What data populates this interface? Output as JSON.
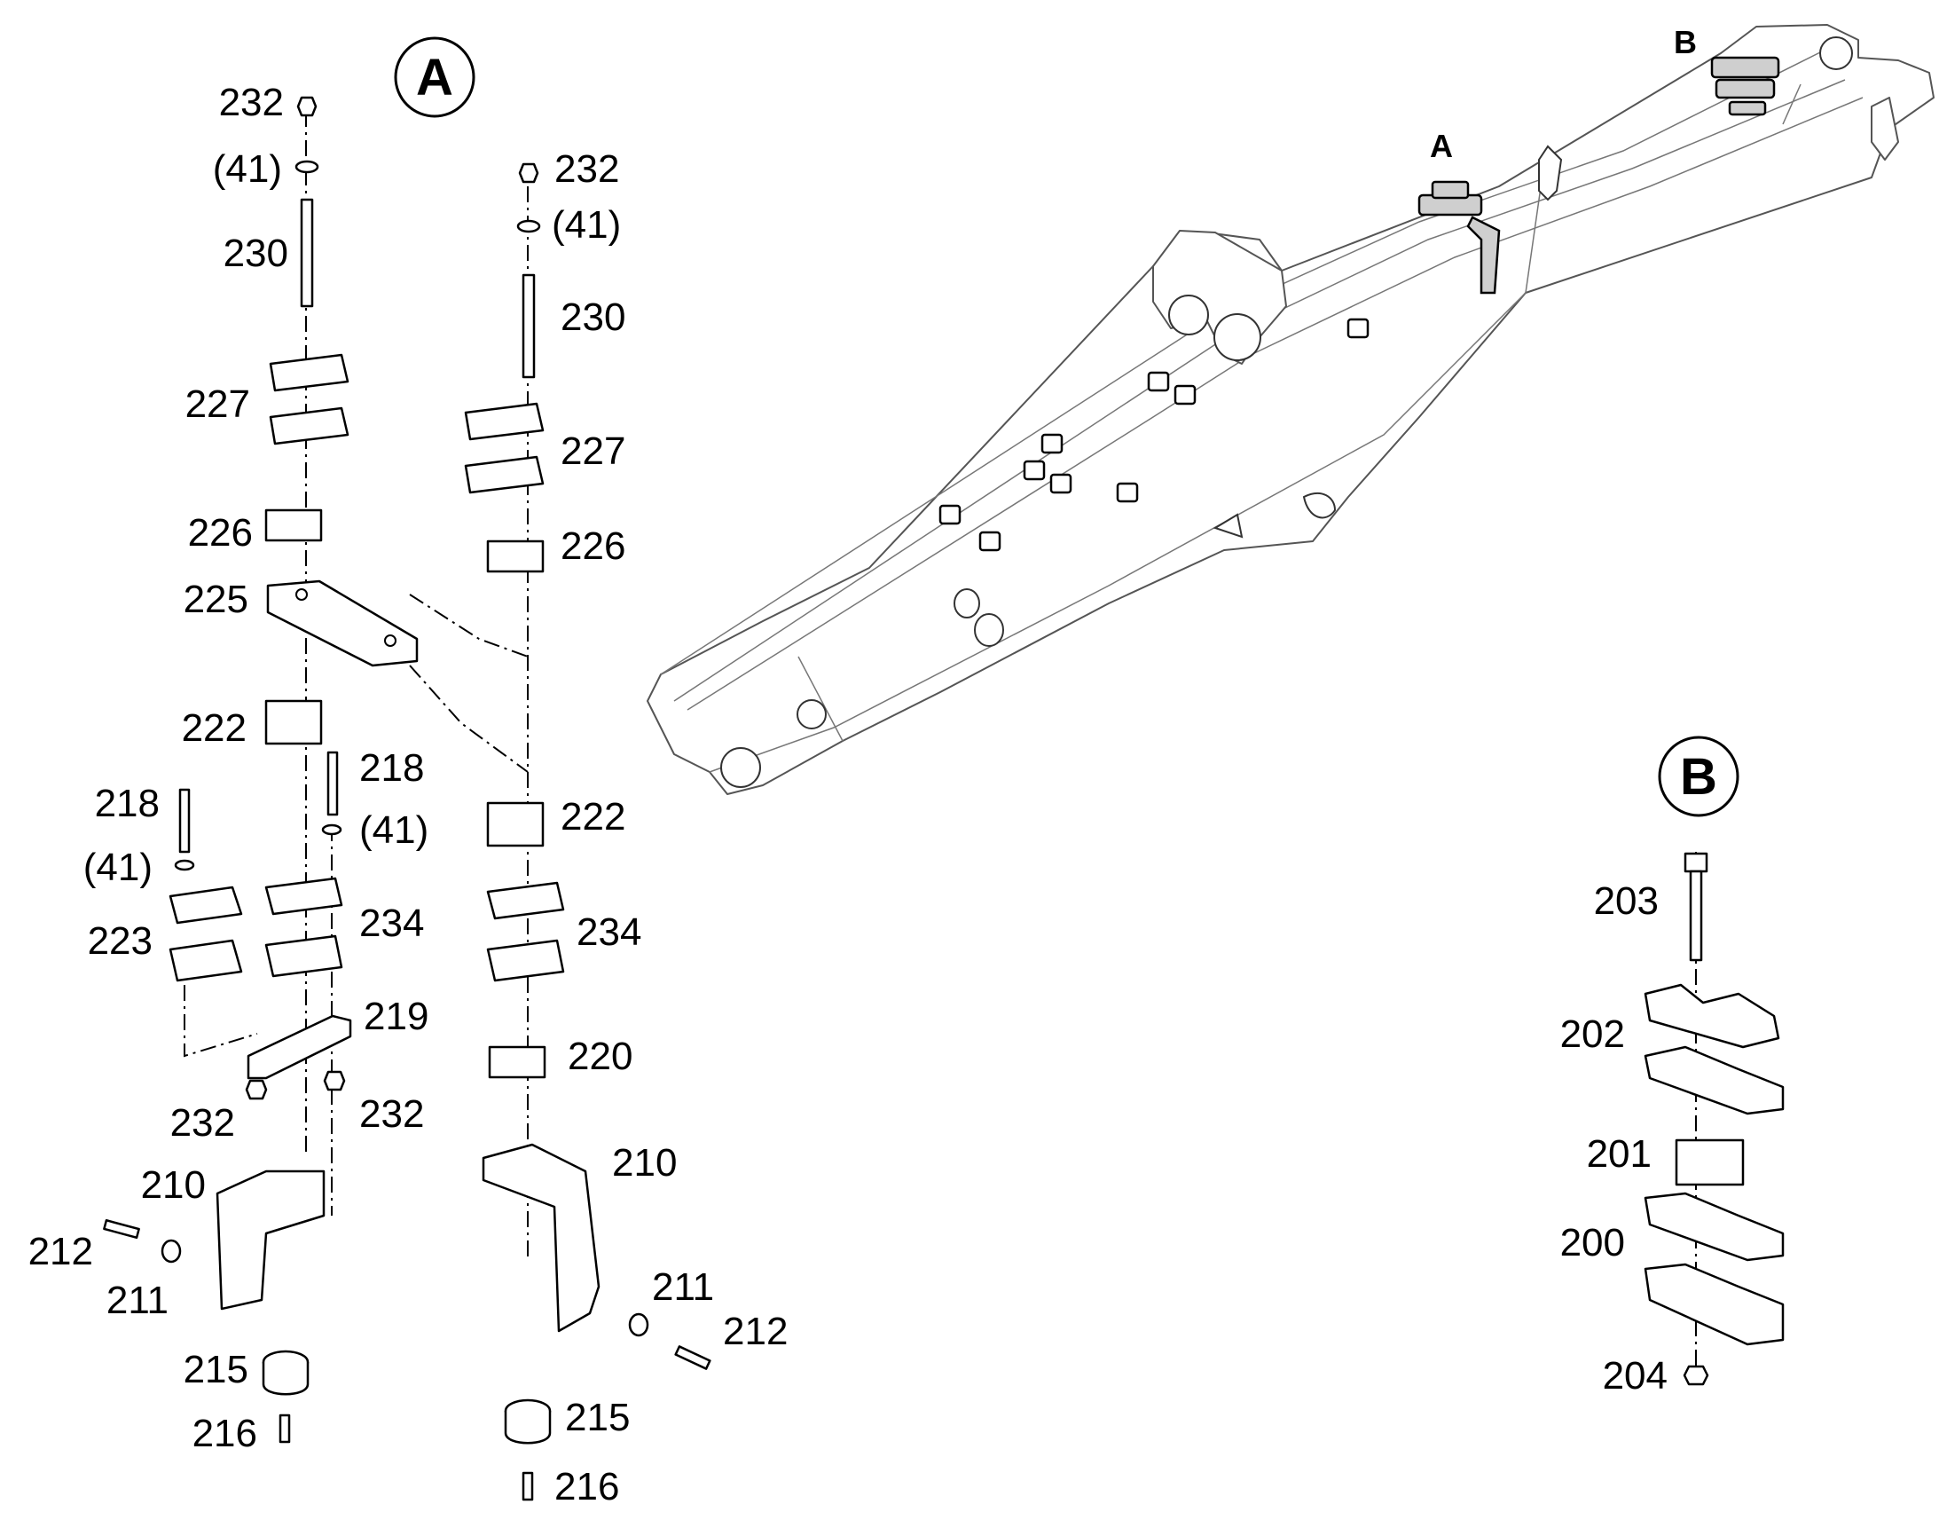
{
  "callouts": {
    "detail_a": "A",
    "detail_b": "B",
    "ref_a": "A",
    "ref_b": "B"
  },
  "detail_a_labels": {
    "l232_top": "232",
    "l41_top": "(41)",
    "l230_left": "230",
    "l227_left": "227",
    "l226_left": "226",
    "l225": "225",
    "l222_left": "222",
    "l232_right": "232",
    "l41_right": "(41)",
    "l230_right": "230",
    "l227_right": "227",
    "l226_right": "226",
    "l218_mid": "218",
    "l41_mid": "(41)",
    "l218_left": "218",
    "l41_left": "(41)",
    "l223": "223",
    "l234_left": "234",
    "l219": "219",
    "l232_bl": "232",
    "l232_br": "232",
    "l222_right": "222",
    "l234_right": "234",
    "l220": "220",
    "l210_left": "210",
    "l212_left": "212",
    "l211_left": "211",
    "l215_left": "215",
    "l216_left": "216",
    "l210_right": "210",
    "l211_right": "211",
    "l212_right": "212",
    "l215_right": "215",
    "l216_right": "216"
  },
  "detail_b_labels": {
    "l203": "203",
    "l202": "202",
    "l201": "201",
    "l200": "200",
    "l204": "204"
  }
}
